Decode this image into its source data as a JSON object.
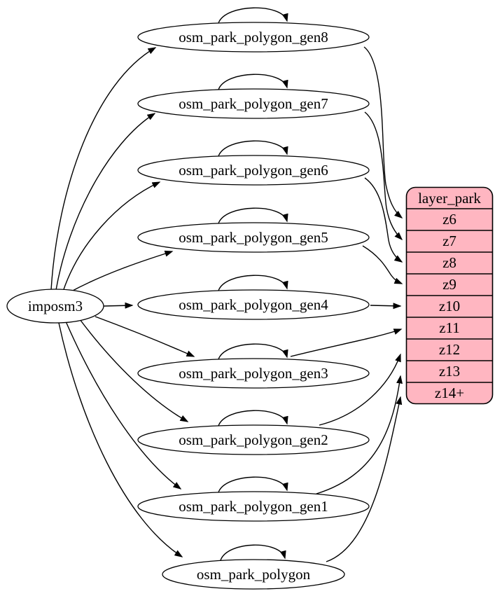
{
  "diagram": {
    "kind": "etl-graph",
    "colors": {
      "layer_fill": "#ffb6c1",
      "node_fill": "#ffffff",
      "edge": "#000000",
      "text": "#000000"
    },
    "source": {
      "label": "imposm3"
    },
    "tables": [
      {
        "label": "osm_park_polygon_gen8"
      },
      {
        "label": "osm_park_polygon_gen7"
      },
      {
        "label": "osm_park_polygon_gen6"
      },
      {
        "label": "osm_park_polygon_gen5"
      },
      {
        "label": "osm_park_polygon_gen4"
      },
      {
        "label": "osm_park_polygon_gen3"
      },
      {
        "label": "osm_park_polygon_gen2"
      },
      {
        "label": "osm_park_polygon_gen1"
      },
      {
        "label": "osm_park_polygon"
      }
    ],
    "layer": {
      "title": "layer_park",
      "rows": [
        "z6",
        "z7",
        "z8",
        "z9",
        "z10",
        "z11",
        "z12",
        "z13",
        "z14+"
      ]
    },
    "edges": {
      "from_source": [
        "osm_park_polygon_gen8",
        "osm_park_polygon_gen7",
        "osm_park_polygon_gen6",
        "osm_park_polygon_gen5",
        "osm_park_polygon_gen4",
        "osm_park_polygon_gen3",
        "osm_park_polygon_gen2",
        "osm_park_polygon_gen1",
        "osm_park_polygon"
      ],
      "self_loops": [
        "osm_park_polygon_gen8",
        "osm_park_polygon_gen7",
        "osm_park_polygon_gen6",
        "osm_park_polygon_gen5",
        "osm_park_polygon_gen4",
        "osm_park_polygon_gen3",
        "osm_park_polygon_gen2",
        "osm_park_polygon_gen1",
        "osm_park_polygon"
      ],
      "to_layer": [
        {
          "from": "osm_park_polygon_gen8",
          "to": "z6"
        },
        {
          "from": "osm_park_polygon_gen7",
          "to": "z7"
        },
        {
          "from": "osm_park_polygon_gen6",
          "to": "z8"
        },
        {
          "from": "osm_park_polygon_gen5",
          "to": "z9"
        },
        {
          "from": "osm_park_polygon_gen4",
          "to": "z10"
        },
        {
          "from": "osm_park_polygon_gen3",
          "to": "z11"
        },
        {
          "from": "osm_park_polygon_gen2",
          "to": "z12"
        },
        {
          "from": "osm_park_polygon_gen1",
          "to": "z13"
        },
        {
          "from": "osm_park_polygon",
          "to": "z14+"
        }
      ]
    }
  }
}
